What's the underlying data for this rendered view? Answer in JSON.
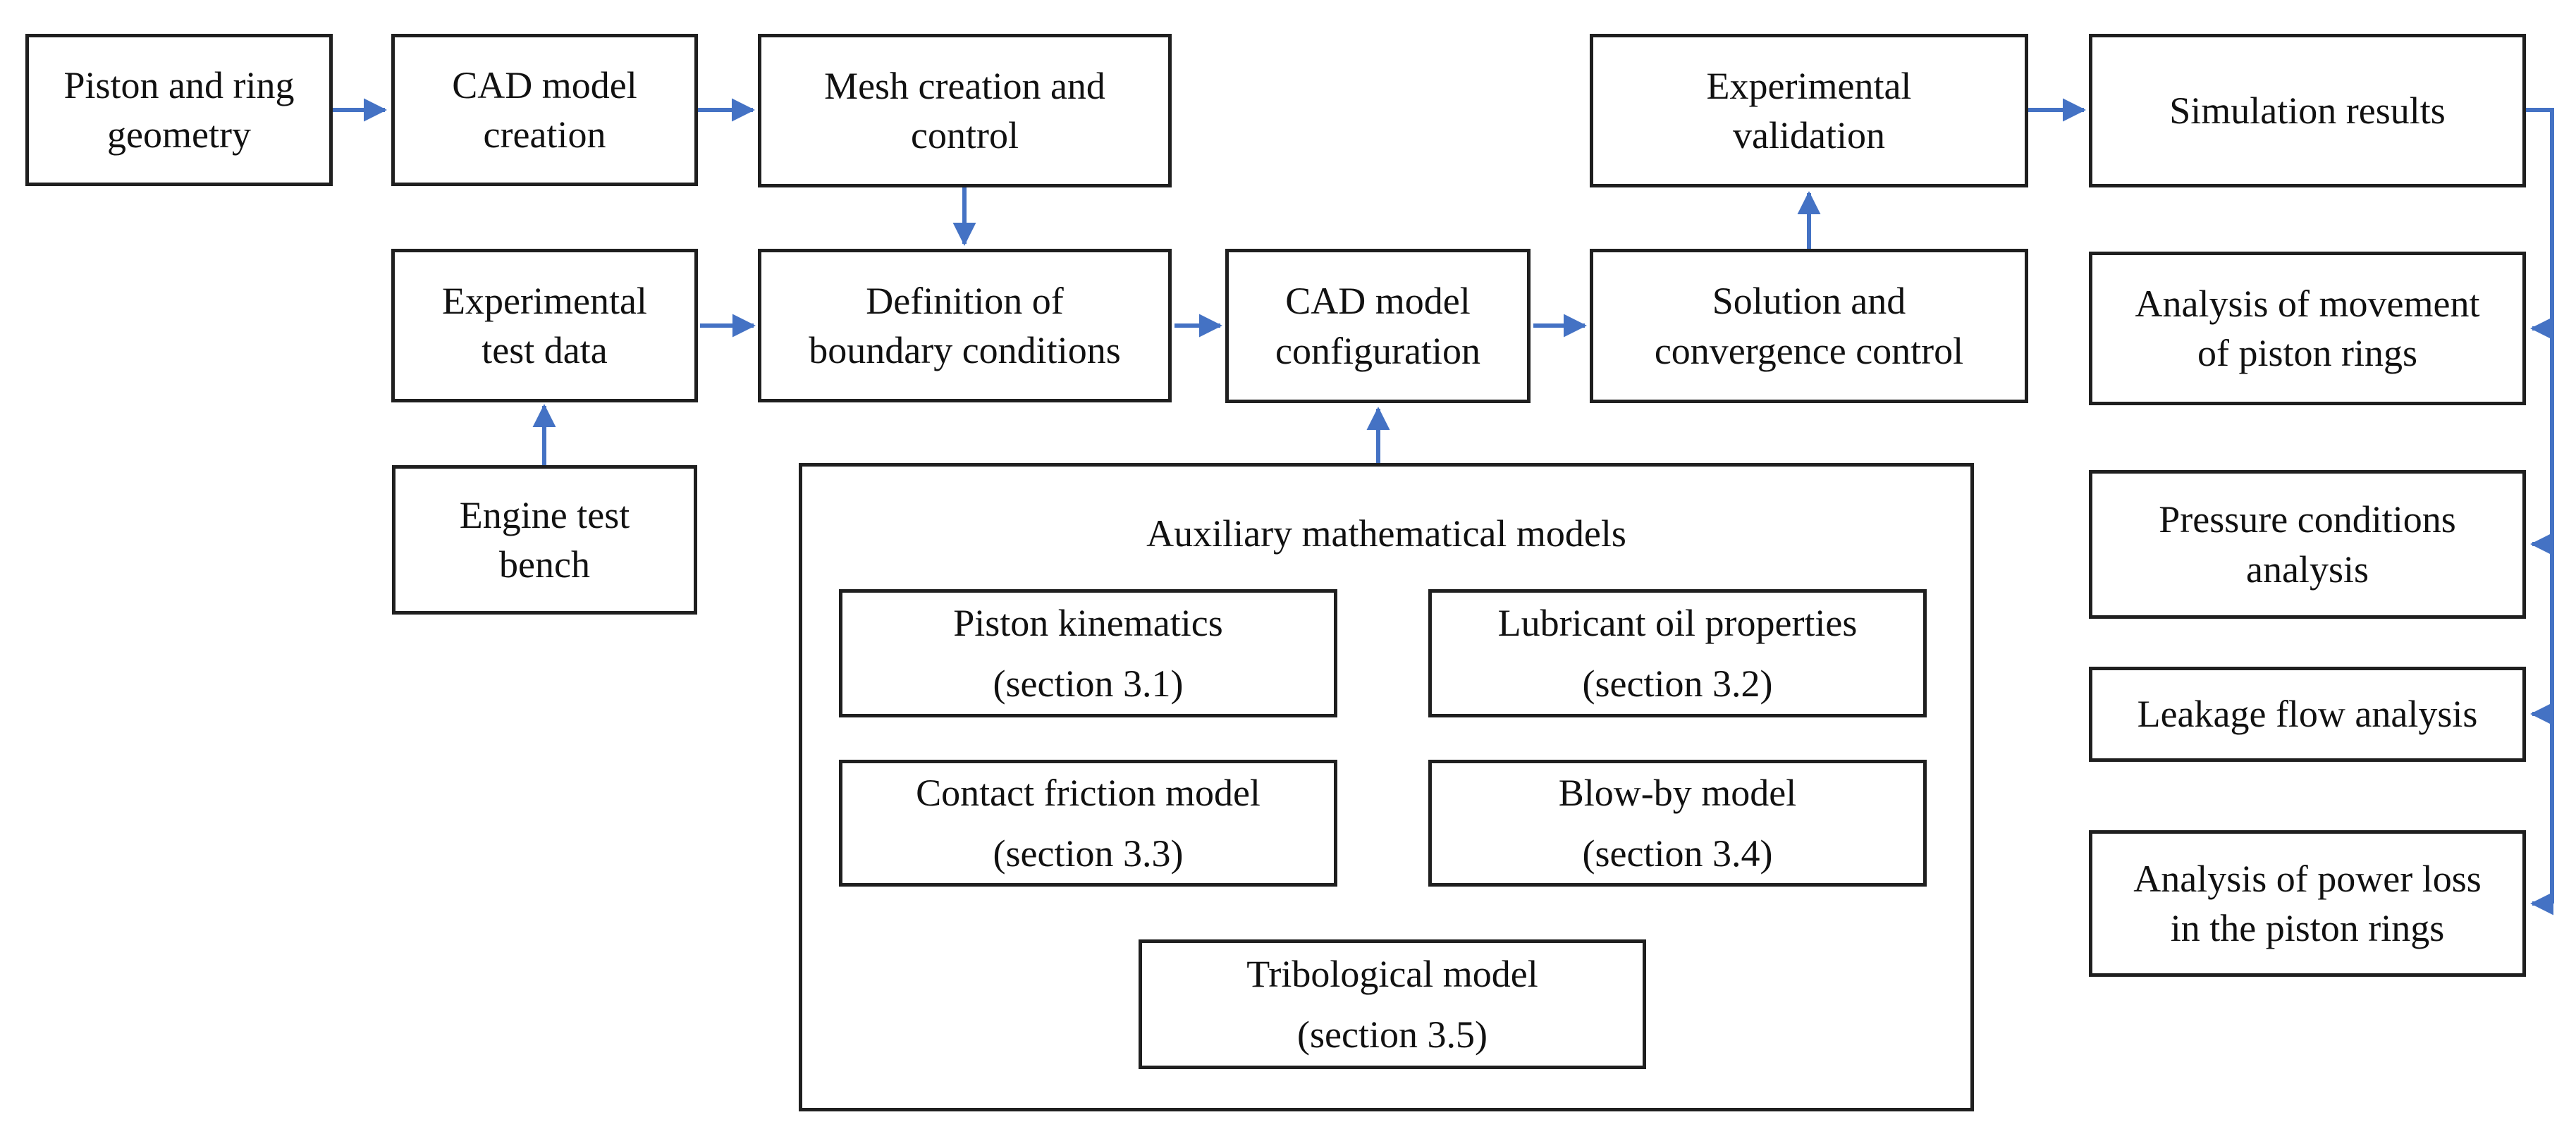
{
  "colors": {
    "accent": "#4472C4",
    "box_border": "#1f1f1f",
    "text": "#111111",
    "background": "#ffffff"
  },
  "nodes": {
    "piston_ring_geometry": "Piston and ring\ngeometry",
    "cad_model_creation": "CAD model\ncreation",
    "mesh_creation_control": "Mesh creation and\ncontrol",
    "experimental_validation": "Experimental\nvalidation",
    "simulation_results": "Simulation results",
    "experimental_test_data": "Experimental\ntest data",
    "definition_boundary_conditions": "Definition of\nboundary conditions",
    "cad_model_configuration": "CAD model\nconfiguration",
    "solution_convergence_control": "Solution and\nconvergence control",
    "engine_test_bench": "Engine test\nbench",
    "analysis_movement_piston_rings": "Analysis of movement\nof piston rings",
    "pressure_conditions_analysis": "Pressure conditions\nanalysis",
    "leakage_flow_analysis": "Leakage flow analysis",
    "analysis_power_loss": "Analysis of power loss\nin the piston rings"
  },
  "aux": {
    "title": "Auxiliary mathematical models",
    "models": {
      "piston_kinematics": "Piston kinematics\n(section 3.1)",
      "lubricant_oil_properties": "Lubricant oil properties\n(section 3.2)",
      "contact_friction_model": "Contact friction model\n(section 3.3)",
      "blow_by_model": "Blow-by model\n(section 3.4)",
      "tribological_model": "Tribological model\n(section 3.5)"
    }
  }
}
